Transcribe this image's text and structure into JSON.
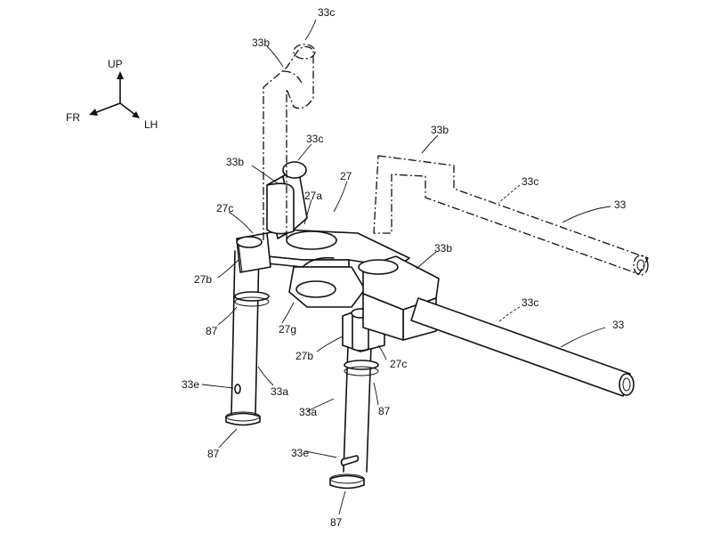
{
  "axes": {
    "up": "UP",
    "front": "FR",
    "left": "LH"
  },
  "labels": {
    "l_33c_top": "33c",
    "l_33b_top": "33b",
    "l_33c_mid": "33c",
    "l_33b_mid": "33b",
    "l_33b_right": "33b",
    "l_33c_right_upper": "33c",
    "l_33_upper": "33",
    "l_27": "27",
    "l_27c_left": "27c",
    "l_27a": "27a",
    "l_33b_center": "33b",
    "l_27b_left": "27b",
    "l_87_left_mid": "87",
    "l_27g": "27g",
    "l_33c_right_lower": "33c",
    "l_33_lower": "33",
    "l_27b_right": "27b",
    "l_27c_right": "27c",
    "l_33e_left": "33e",
    "l_33a_left": "33a",
    "l_87_right_mid": "87",
    "l_33a_right": "33a",
    "l_87_left_bottom": "87",
    "l_33e_right": "33e",
    "l_87_right_bottom": "87"
  }
}
